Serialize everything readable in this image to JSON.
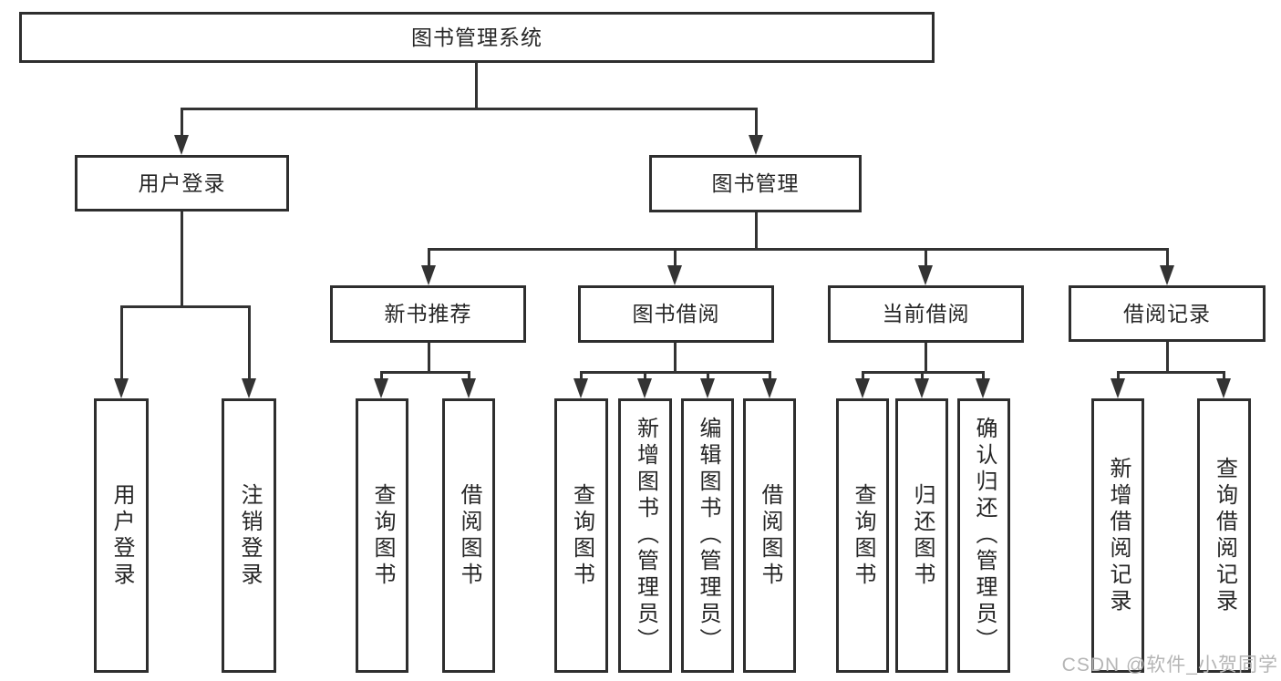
{
  "diagram": {
    "root": {
      "label": "图书管理系统",
      "children": [
        {
          "label": "用户登录",
          "children": [
            {
              "label": "用户登录"
            },
            {
              "label": "注销登录"
            }
          ]
        },
        {
          "label": "图书管理",
          "children": [
            {
              "label": "新书推荐",
              "children": [
                {
                  "label": "查询图书"
                },
                {
                  "label": "借阅图书"
                }
              ]
            },
            {
              "label": "图书借阅",
              "children": [
                {
                  "label": "查询图书"
                },
                {
                  "label": "新增图书（管理员）"
                },
                {
                  "label": "编辑图书（管理员）"
                },
                {
                  "label": "借阅图书"
                }
              ]
            },
            {
              "label": "当前借阅",
              "children": [
                {
                  "label": "查询图书"
                },
                {
                  "label": "归还图书"
                },
                {
                  "label": "确认归还（管理员）"
                }
              ]
            },
            {
              "label": "借阅记录",
              "children": [
                {
                  "label": "新增借阅记录"
                },
                {
                  "label": "查询借阅记录"
                }
              ]
            }
          ]
        }
      ]
    },
    "watermark": {
      "text": "CSDN @软件_小贺同学"
    },
    "colors": {
      "line": "#333333",
      "border": "#2e2e2e",
      "text": "#262626",
      "watermark": "#b5b5b5",
      "background": "#ffffff"
    }
  }
}
